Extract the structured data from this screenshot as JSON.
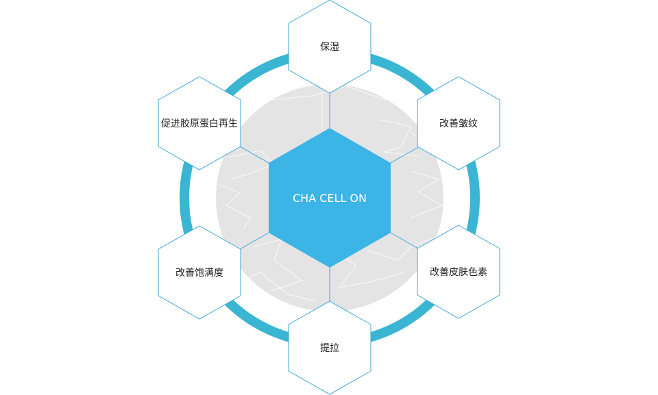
{
  "center": {
    "label": "CHA CELL ON",
    "fill": "#3db4e6"
  },
  "ring_color": "#3ab5d2",
  "sphere_color": "#e4e4e4",
  "node_border_color": "#3aa6d6",
  "nodes": [
    {
      "id": "top",
      "label": "保湿"
    },
    {
      "id": "upper-right",
      "label": "改善皱纹"
    },
    {
      "id": "lower-right",
      "label": "改善皮肤色素"
    },
    {
      "id": "bottom",
      "label": "提拉"
    },
    {
      "id": "lower-left",
      "label": "改善饱满度"
    },
    {
      "id": "upper-left",
      "label": "促进胶原蛋白再生"
    }
  ]
}
